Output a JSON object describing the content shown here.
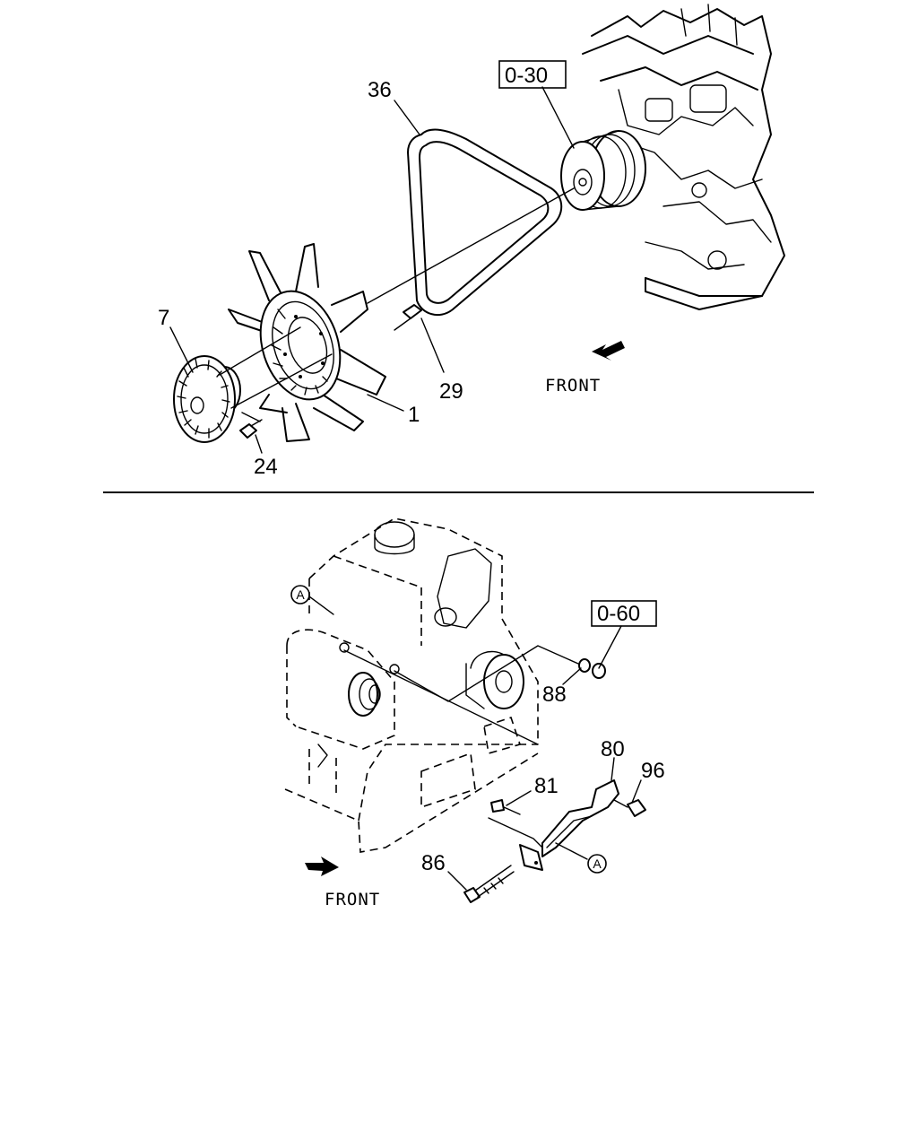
{
  "top_section": {
    "ref_box": "0-30",
    "front_label": "FRONT",
    "callouts": {
      "c36": "36",
      "c7": "7",
      "c29": "29",
      "c1": "1",
      "c24": "24"
    }
  },
  "bottom_section": {
    "ref_box": "0-60",
    "front_label": "FRONT",
    "callouts": {
      "c88": "88",
      "c80": "80",
      "c96": "96",
      "c81": "81",
      "c86": "86"
    },
    "circle_markers": [
      "A",
      "A"
    ]
  }
}
